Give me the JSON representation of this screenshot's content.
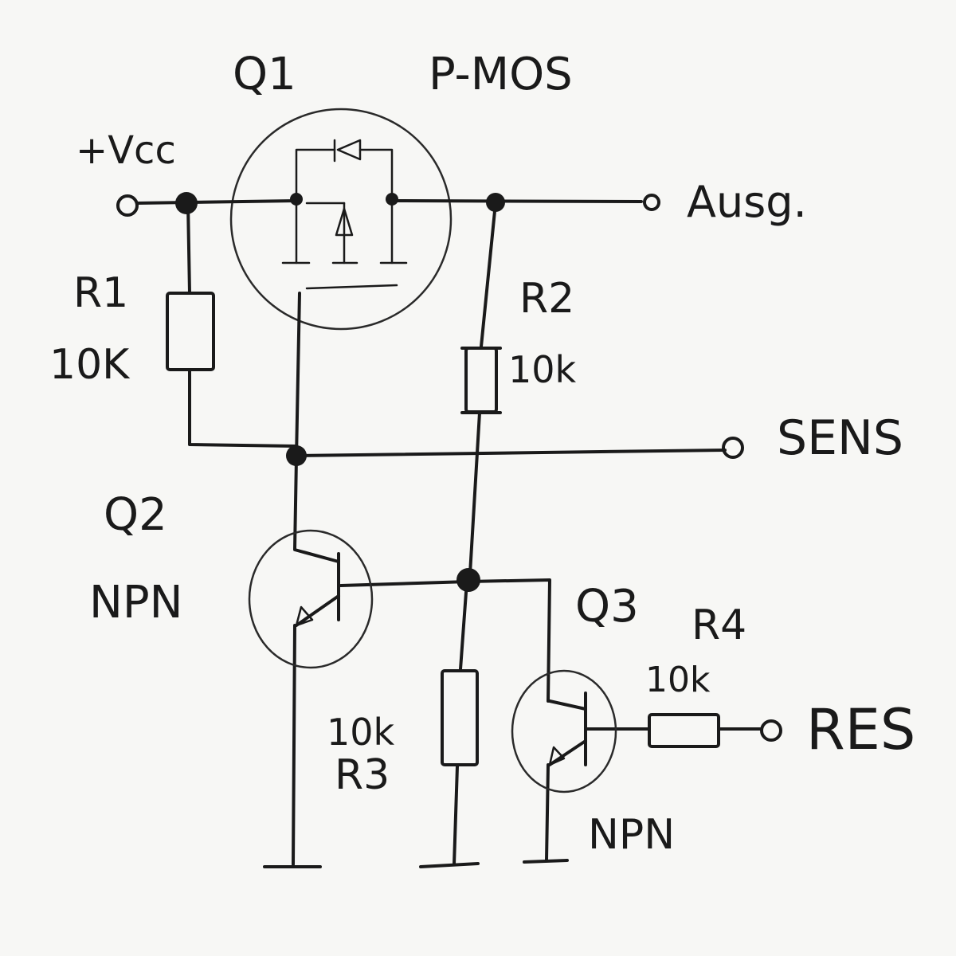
{
  "labels": {
    "q1_name": "Q1",
    "q1_type": "P-MOS",
    "vcc": "+Vcc",
    "output": "Ausg.",
    "r1_name": "R1",
    "r1_value": "10K",
    "r2_name": "R2",
    "r2_value": "10k",
    "sens": "SENS",
    "q2_name": "Q2",
    "q2_type": "NPN",
    "q3_name": "Q3",
    "r4_name": "R4",
    "r4_value": "10k",
    "r3_value": "10k",
    "r3_name": "R3",
    "res": "RES",
    "q3_type": "NPN"
  },
  "colors": {
    "ink": "#1a1a1a",
    "paper": "#f7f7f5"
  }
}
